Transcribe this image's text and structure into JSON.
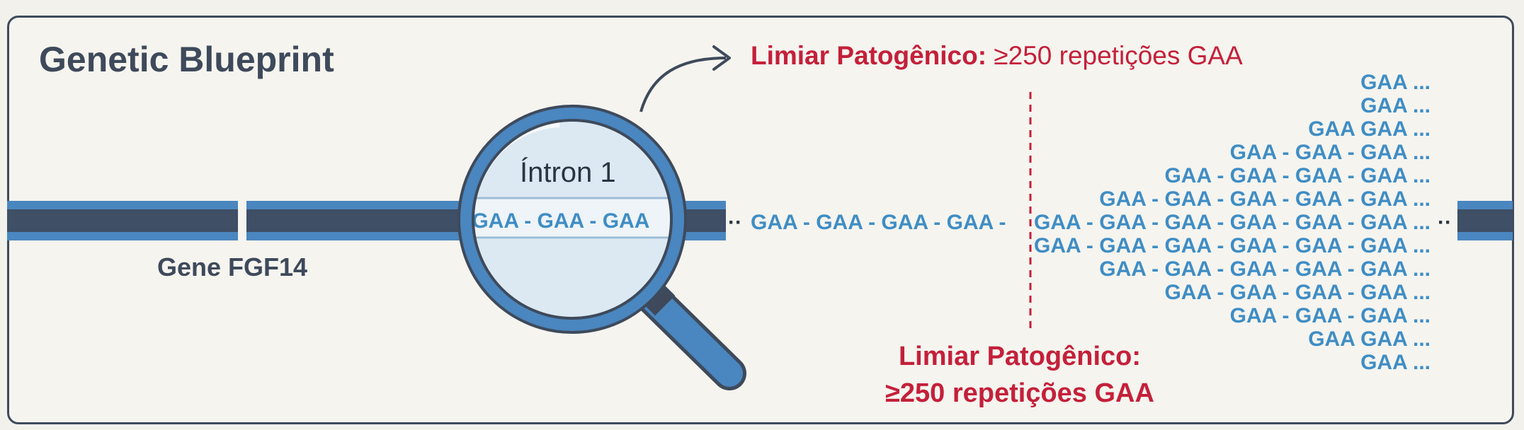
{
  "title": "Genetic Blueprint",
  "gene_label": "Gene FGF14",
  "intron_label": "Íntron 1",
  "threshold_top": {
    "strong": "Limiar Patogênico:",
    "rest": " ≥250 repetições GAA"
  },
  "threshold_bottom": {
    "line1": "Limiar Patogênico:",
    "line2": "≥250 repetições GAA"
  },
  "magnified_sequence": "- GAA - GAA - GAA",
  "linear_sequence": "GAA - GAA - GAA - GAA -",
  "dots": "··",
  "expansion_rows": [
    "GAA ...",
    "GAA ...",
    "GAA GAA ...",
    "GAA - GAA - GAA ...",
    "GAA - GAA - GAA - GAA ...",
    "GAA - GAA - GAA - GAA - GAA ...",
    "GAA - GAA - GAA - GAA - GAA - GAA ...",
    "GAA - GAA - GAA - GAA - GAA - GAA ...",
    "GAA - GAA - GAA - GAA - GAA ...",
    "GAA - GAA - GAA - GAA ...",
    "GAA - GAA - GAA ...",
    "GAA GAA ...",
    "GAA ..."
  ],
  "colors": {
    "outline": "#3e4a5b",
    "dna_dark": "#3e4f66",
    "dna_light": "#4a86bf",
    "repeat_blue": "#3f8dc4",
    "threshold_red": "#c4203a"
  },
  "icons": [
    "magnifier-icon",
    "curved-arrow-icon"
  ]
}
